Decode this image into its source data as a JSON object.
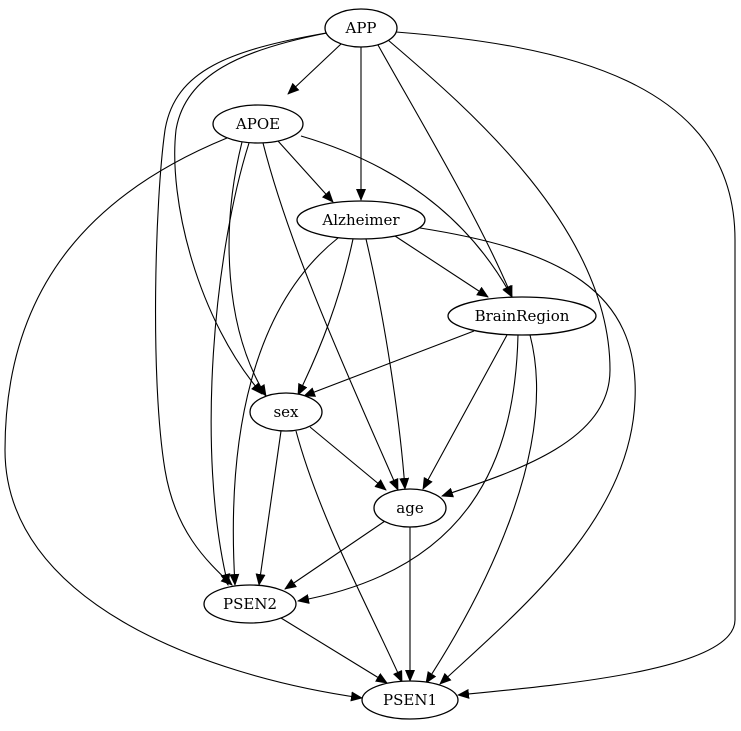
{
  "diagram": {
    "nodes": [
      {
        "id": "APP",
        "label": "APP"
      },
      {
        "id": "APOE",
        "label": "APOE"
      },
      {
        "id": "Alzheimer",
        "label": "Alzheimer"
      },
      {
        "id": "BrainRegion",
        "label": "BrainRegion"
      },
      {
        "id": "sex",
        "label": "sex"
      },
      {
        "id": "age",
        "label": "age"
      },
      {
        "id": "PSEN2",
        "label": "PSEN2"
      },
      {
        "id": "PSEN1",
        "label": "PSEN1"
      }
    ],
    "edges": [
      {
        "from": "APP",
        "to": "APOE"
      },
      {
        "from": "APP",
        "to": "Alzheimer"
      },
      {
        "from": "APP",
        "to": "BrainRegion"
      },
      {
        "from": "APP",
        "to": "sex"
      },
      {
        "from": "APP",
        "to": "age"
      },
      {
        "from": "APP",
        "to": "PSEN2"
      },
      {
        "from": "APP",
        "to": "PSEN1"
      },
      {
        "from": "APOE",
        "to": "Alzheimer"
      },
      {
        "from": "APOE",
        "to": "BrainRegion"
      },
      {
        "from": "APOE",
        "to": "sex"
      },
      {
        "from": "APOE",
        "to": "age"
      },
      {
        "from": "APOE",
        "to": "PSEN2"
      },
      {
        "from": "APOE",
        "to": "PSEN1"
      },
      {
        "from": "Alzheimer",
        "to": "BrainRegion"
      },
      {
        "from": "Alzheimer",
        "to": "sex"
      },
      {
        "from": "Alzheimer",
        "to": "age"
      },
      {
        "from": "Alzheimer",
        "to": "PSEN2"
      },
      {
        "from": "Alzheimer",
        "to": "PSEN1"
      },
      {
        "from": "BrainRegion",
        "to": "sex"
      },
      {
        "from": "BrainRegion",
        "to": "age"
      },
      {
        "from": "BrainRegion",
        "to": "PSEN2"
      },
      {
        "from": "BrainRegion",
        "to": "PSEN1"
      },
      {
        "from": "sex",
        "to": "age"
      },
      {
        "from": "sex",
        "to": "PSEN2"
      },
      {
        "from": "sex",
        "to": "PSEN1"
      },
      {
        "from": "age",
        "to": "PSEN2"
      },
      {
        "from": "age",
        "to": "PSEN1"
      },
      {
        "from": "PSEN2",
        "to": "PSEN1"
      }
    ]
  }
}
